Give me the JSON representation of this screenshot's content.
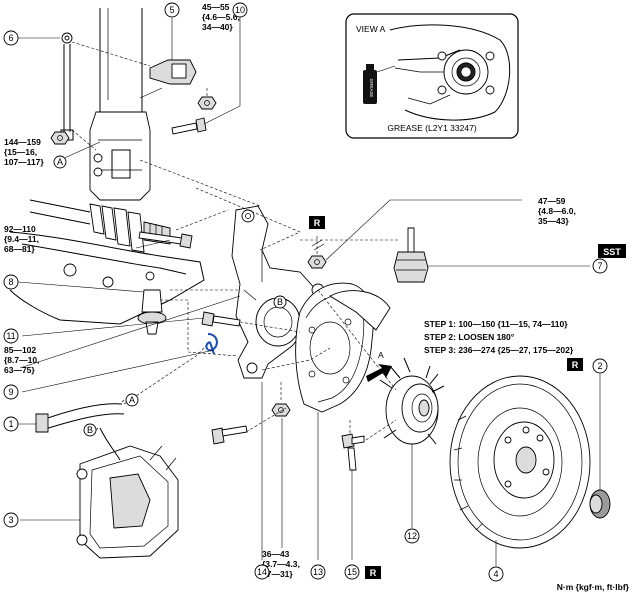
{
  "diagram": {
    "view_a": {
      "title": "VIEW A",
      "grease_label": "GREASE (L2Y1 33247)",
      "can_text": "GREASE"
    },
    "torques": {
      "t_45_55": [
        "45—55",
        "{4.6—5.6,",
        "34—40}"
      ],
      "t_144_159": [
        "144—159",
        "{15—16,",
        "107—117}"
      ],
      "t_92_110": [
        "92—110",
        "{9.4—11,",
        "68—81}"
      ],
      "t_85_102": [
        "85—102",
        "{8.7—10,",
        "63—75}"
      ],
      "t_47_59": [
        "47—59",
        "{4.8—6.0,",
        "35—43}"
      ],
      "t_36_43": [
        "36—43",
        "{3.7—4.3,",
        "27—31}"
      ]
    },
    "steps": [
      "STEP 1: 100—150 {11—15, 74—110}",
      "STEP 2: LOOSEN 180°",
      "STEP 3: 236—274 {25—27, 175—202}"
    ],
    "tags": {
      "r": "R",
      "sst": "SST"
    },
    "letters": {
      "a": "A",
      "b": "B"
    },
    "callouts": {
      "c1": "1",
      "c2": "2",
      "c3": "3",
      "c4": "4",
      "c5": "5",
      "c6": "6",
      "c7": "7",
      "c8": "8",
      "c9": "9",
      "c10": "10",
      "c11": "11",
      "c12": "12",
      "c13": "13",
      "c14": "14",
      "c15": "15"
    },
    "units": "N·m {kgf·m, ft·lbf}"
  }
}
